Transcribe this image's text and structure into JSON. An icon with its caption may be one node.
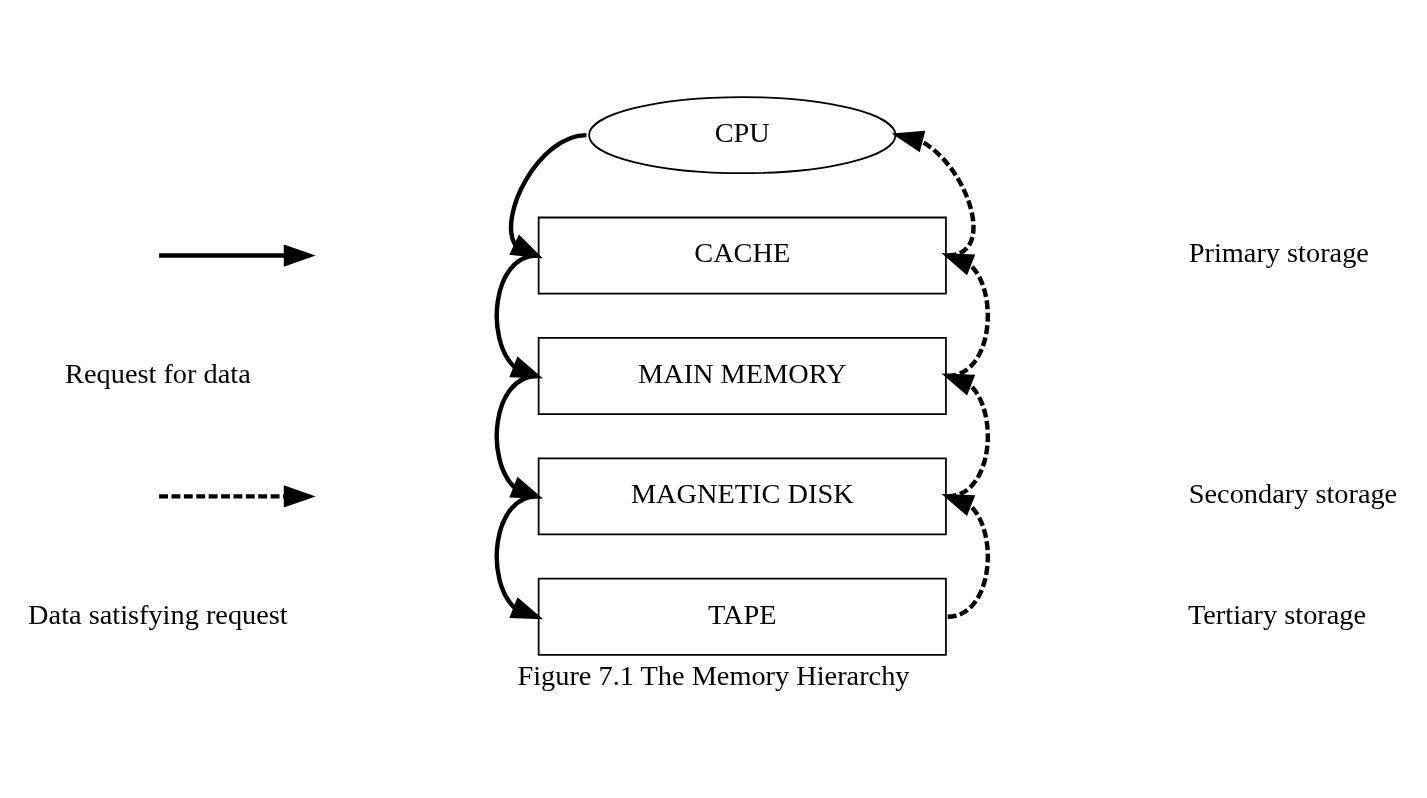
{
  "diagram": {
    "caption": "Figure 7.1 The Memory Hierarchy",
    "nodes": [
      {
        "text": [
          "CPU"
        ]
      },
      {
        "text": [
          "CACHE"
        ]
      },
      {
        "text": [
          "MAIN MEMORY"
        ]
      },
      {
        "text": [
          "MAGNETIC DISK"
        ]
      },
      {
        "text": [
          "TAPE"
        ]
      }
    ],
    "edges": [
      {
        "from": 0,
        "to": 1,
        "arrow": "to"
      },
      {
        "from": 1,
        "to": 2,
        "arrow": "to"
      },
      {
        "from": 2,
        "to": 3,
        "arrow": "to"
      },
      {
        "from": 3,
        "to": 4,
        "arrow": "to"
      },
      {
        "from": 1,
        "to": 0,
        "arrow": "to",
        "style": "dashed"
      },
      {
        "from": 2,
        "to": 1,
        "arrow": "to",
        "style": "dashed"
      },
      {
        "from": 3,
        "to": 2,
        "arrow": "to",
        "style": "dashed"
      },
      {
        "from": 4,
        "to": 3,
        "arrow": "to",
        "style": "dashed"
      }
    ],
    "labels": [
      "Primary storage",
      "Secondary storage",
      "Tertiary storage"
    ],
    "legend": [
      {
        "text": "Request for data"
      },
      {
        "text": "Data satisfying request"
      }
    ]
  }
}
